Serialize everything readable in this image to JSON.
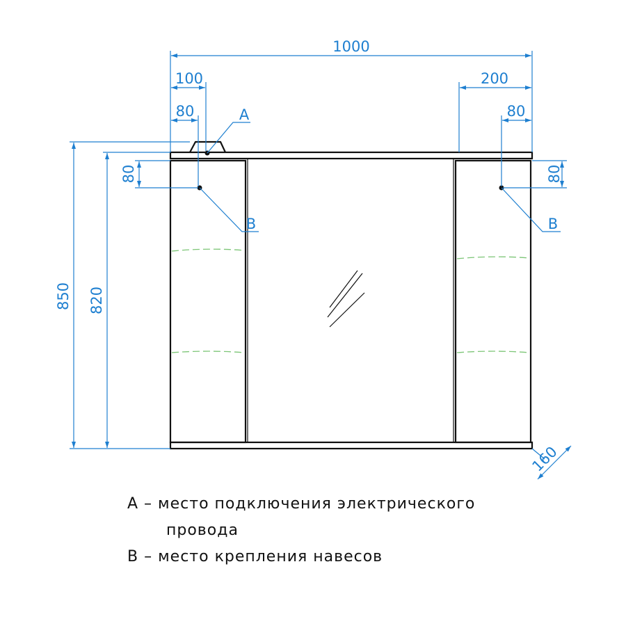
{
  "dimensions": {
    "overall_width": "1000",
    "left_offset_a": "100",
    "left_offset_b": "80",
    "right_offset_a": "200",
    "right_offset_b": "80",
    "left_vertical": "80",
    "right_vertical": "80",
    "total_height": "850",
    "body_height": "820",
    "depth": "160"
  },
  "markers": {
    "a": "A",
    "b_left": "B",
    "b_right": "B"
  },
  "legend": {
    "line1": "А – место подключения электрического",
    "line2": "провода",
    "line3": "В – место крепления навесов"
  },
  "colors": {
    "dimension": "#1e7fd0",
    "outline": "#111111",
    "guide": "#7cc576"
  }
}
